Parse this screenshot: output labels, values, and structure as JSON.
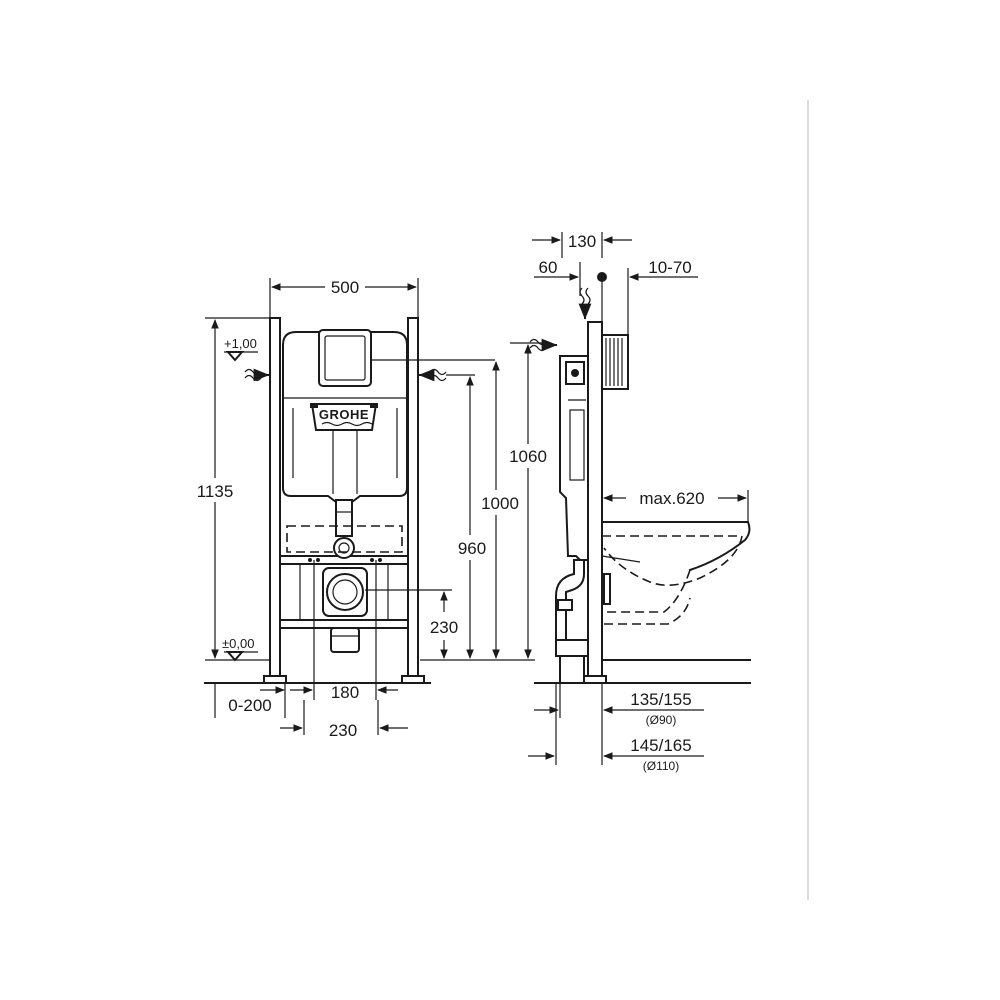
{
  "brand": "GROHE",
  "front_view": {
    "width": "500",
    "height_total": "1135",
    "level_top": "+1,00",
    "level_bottom": "±0,00",
    "bottom_offset": "0-200",
    "pipe_spacing": "180",
    "pipe_width": "230",
    "drain_height": "230"
  },
  "side_view": {
    "depth": "130",
    "inlet_offset": "60",
    "wall_range": "10-70",
    "height_1060": "1060",
    "height_1000": "1000",
    "height_960": "960",
    "bowl_max": "max.620",
    "outlet_90": "135/155",
    "outlet_90_diameter": "(Ø90)",
    "outlet_110": "145/165",
    "outlet_110_diameter": "(Ø110)"
  },
  "icons": {
    "water_supply": "water-inlet-icon",
    "level_marker": "level-triangle-icon",
    "drain": "drain-pipe-icon"
  },
  "colors": {
    "line": "#1a1a1a",
    "background": "#ffffff",
    "divider": "#d0d0d0"
  }
}
